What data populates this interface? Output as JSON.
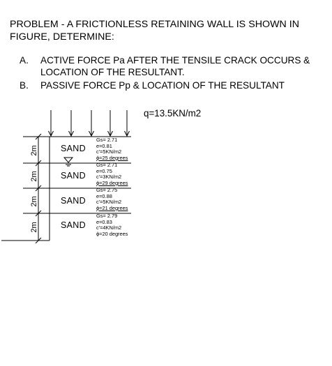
{
  "problem": {
    "title": "PROBLEM - A FRICTIONLESS RETAINING WALL IS SHOWN IN FIGURE, DETERMINE:",
    "items": [
      {
        "letter": "A.",
        "text": "ACTIVE FORCE Pa AFTER THE TENSILE CRACK OCCURS & LOCATION OF THE RESULTANT."
      },
      {
        "letter": "B.",
        "text": "PASSIVE FORCE Pp & LOCATION OF THE RESULTANT"
      }
    ]
  },
  "surcharge": {
    "label": "q=13.5KN/m2"
  },
  "layers": [
    {
      "soil": "SAND",
      "thickness": "2m",
      "gs": "Gs= 2.71",
      "e": "e=0.81",
      "c": "c'=5KN/m2",
      "phi": "ϕ=25 degrees"
    },
    {
      "soil": "SAND",
      "thickness": "2m",
      "gs": "Gs= 2.71",
      "e": "e=0.75",
      "c": "c'=3KN/m2",
      "phi": "ϕ=29 degrees"
    },
    {
      "soil": "SAND",
      "thickness": "2m",
      "gs": "Gs= 2.75",
      "e": "e=0.88",
      "c": "c'=5KN/m2",
      "phi": "ϕ=21 degrees"
    },
    {
      "soil": "SAND",
      "thickness": "2m",
      "gs": "Gs= 2.79",
      "e": "e=0.83",
      "c": "c'=4KN/m2",
      "phi": "ϕ=20 degrees"
    }
  ],
  "water_table": {
    "icon": "water-table-icon",
    "layer_index": 0
  }
}
